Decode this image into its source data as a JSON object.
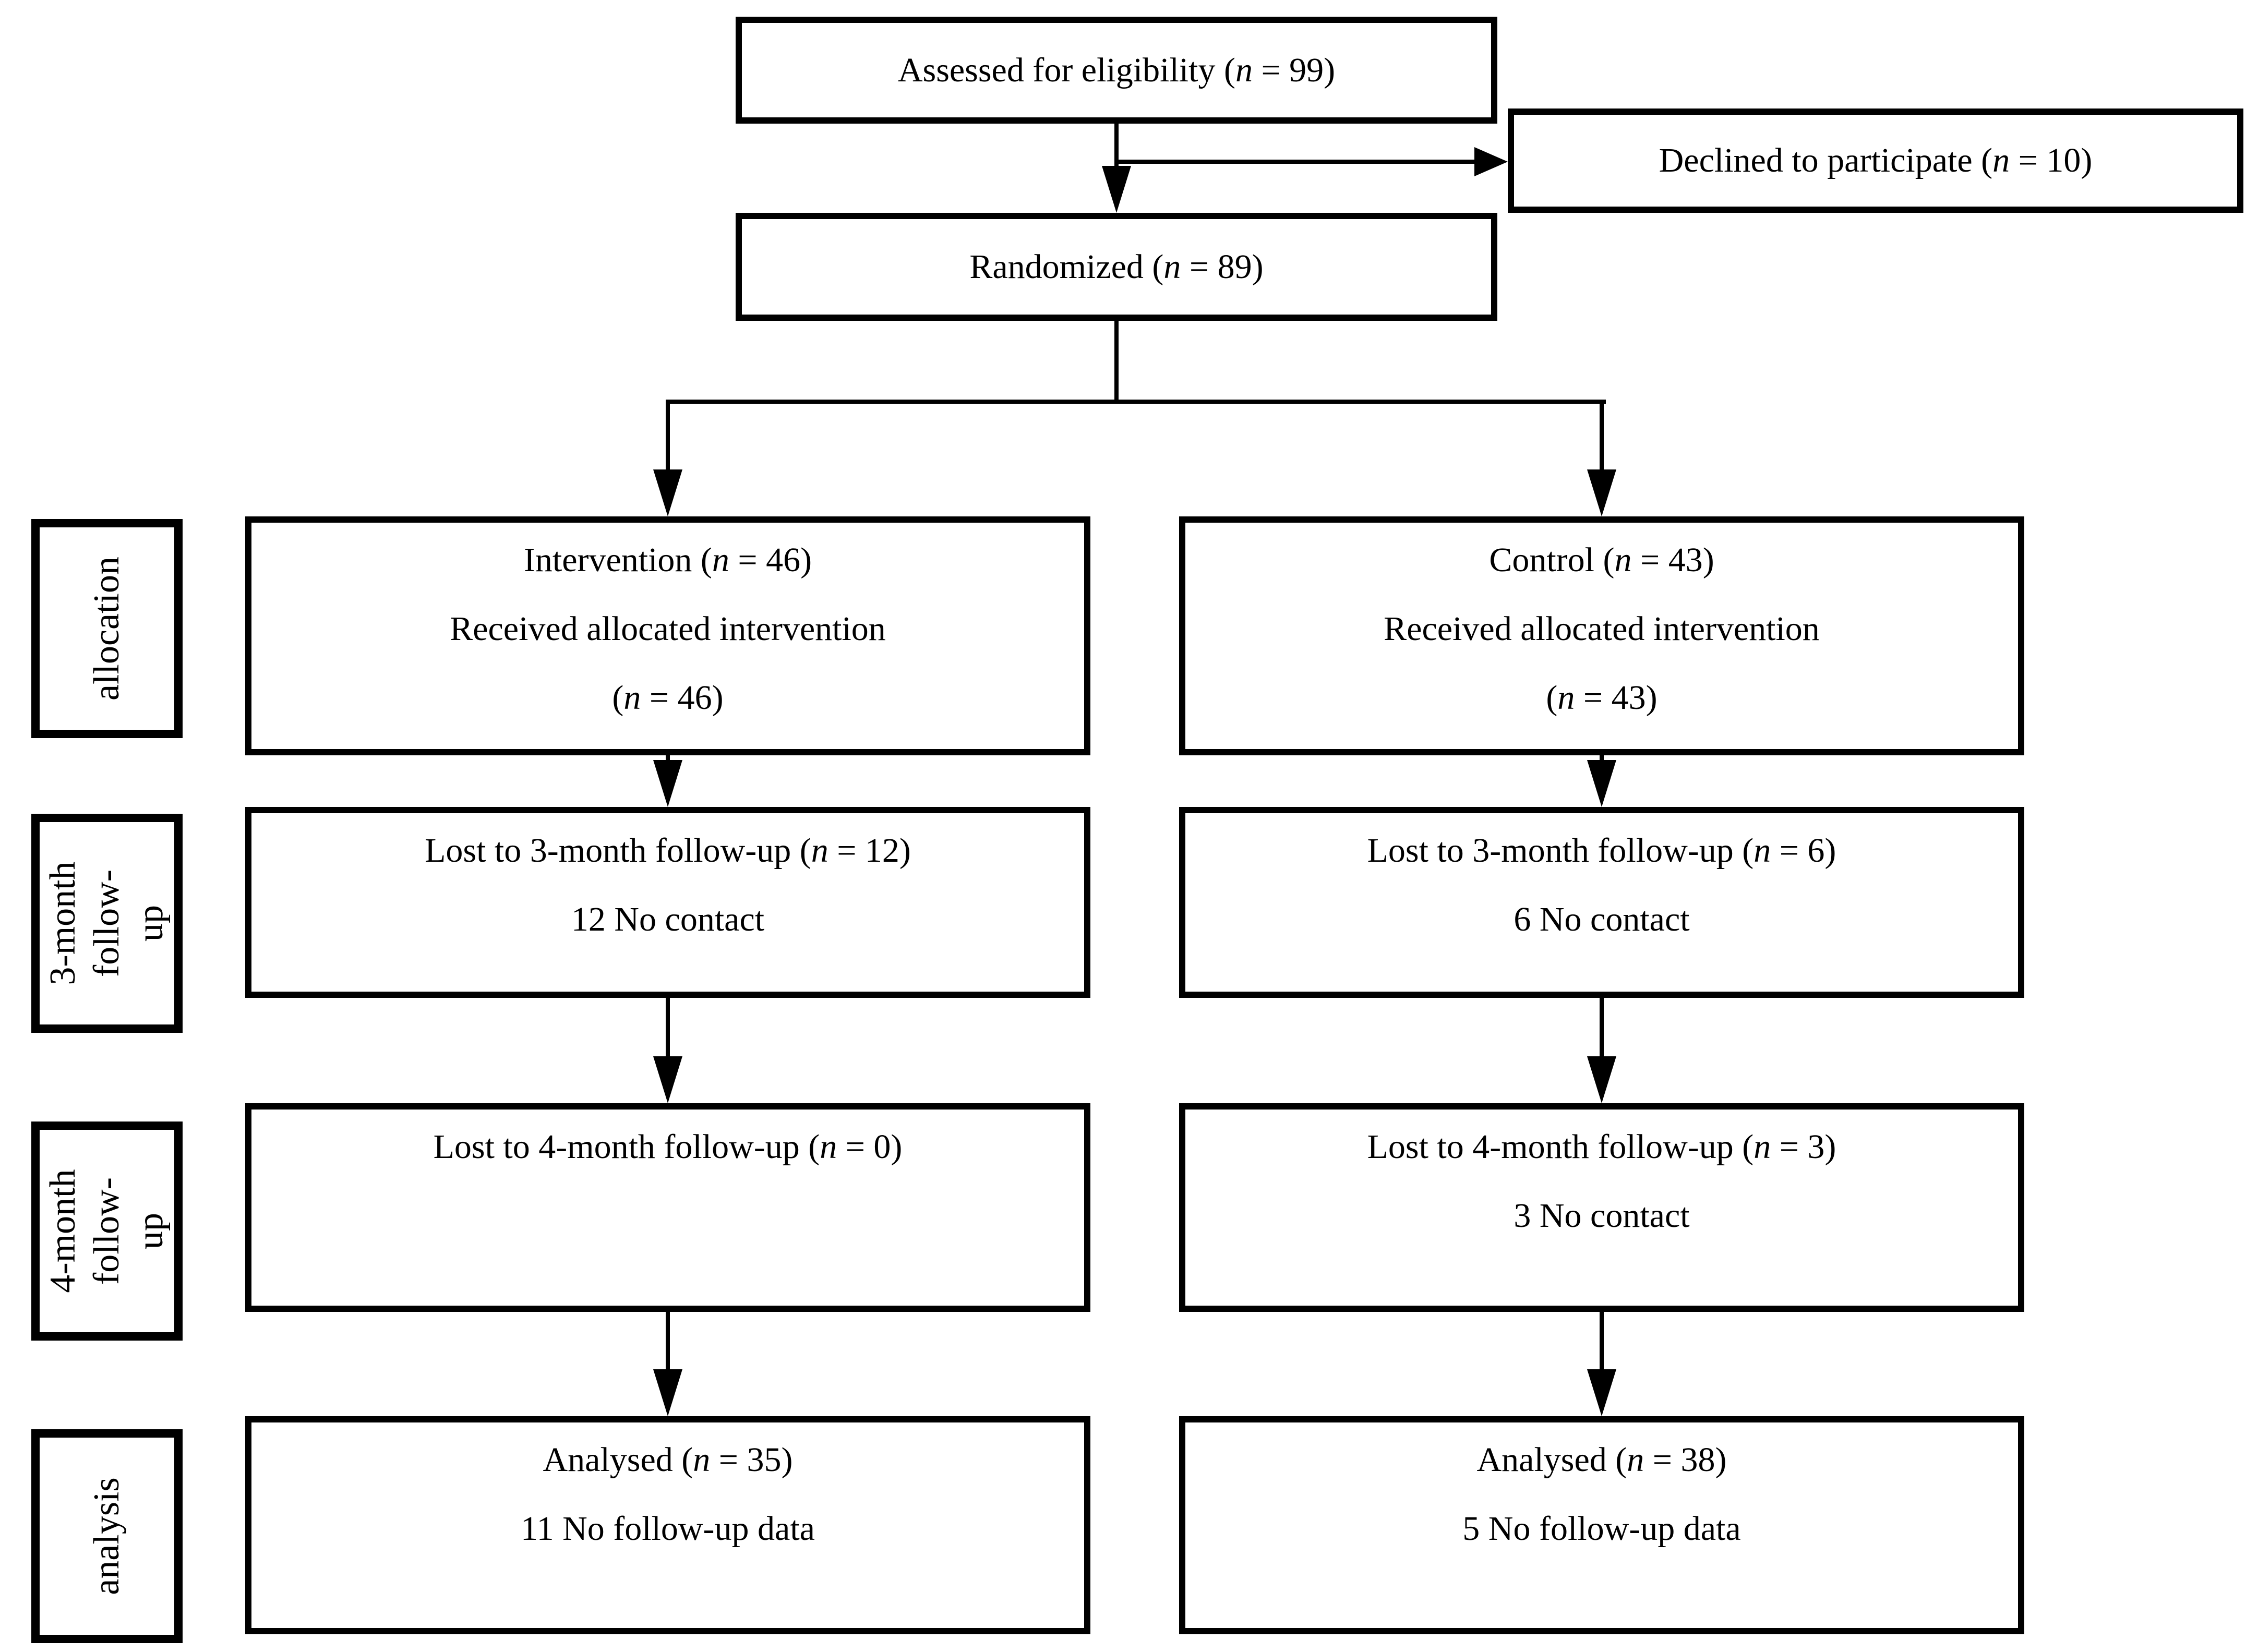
{
  "diagram": {
    "background": "#ffffff",
    "line_color": "#000000",
    "enrollment": {
      "assessed": "Assessed for eligibility (n = 99)",
      "declined": "Declined to participate (n = 10)",
      "randomized": "Randomized (n = 89)"
    },
    "stages": [
      {
        "label": "allocation",
        "left": [
          "Intervention (n = 46)",
          "Received allocated intervention",
          "(n = 46)"
        ],
        "right": [
          "Control (n = 43)",
          "Received allocated intervention",
          "(n = 43)"
        ]
      },
      {
        "label": "3-month\nfollow-up",
        "left": [
          "Lost to 3-month follow-up (n = 12)",
          "12 No contact"
        ],
        "right": [
          "Lost to 3-month follow-up (n = 6)",
          "6 No contact"
        ]
      },
      {
        "label": "4-month\nfollow-up",
        "left": [
          "Lost to 4-month follow-up (n = 0)"
        ],
        "right": [
          "Lost to 4-month follow-up (n = 3)",
          "3 No contact"
        ]
      },
      {
        "label": "analysis",
        "left": [
          "Analysed (n = 35)",
          "11 No follow-up data"
        ],
        "right": [
          "Analysed (n = 38)",
          "5 No follow-up data"
        ]
      }
    ]
  }
}
